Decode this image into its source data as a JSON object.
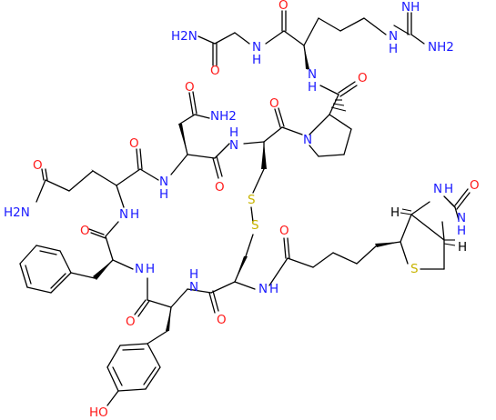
{
  "colors": {
    "N": "#1a1aff",
    "O": "#ff1a1a",
    "S": "#c8b400",
    "H": "#000000"
  },
  "atoms": {
    "nh_imine": "NH",
    "nh2_guan": "NH2",
    "nh_guan": "N",
    "h_guan": "H",
    "nh_gly": "N",
    "h_gly": "H",
    "o_gly": "O",
    "o_arg": "O",
    "nh2_gly": "H2N",
    "nh_arg": "N",
    "h_arg": "H",
    "o_pro": "O",
    "n_pro": "N",
    "o_cys1": "O",
    "nh_cys1": "N",
    "h_cys1": "H",
    "o_asn_side": "O",
    "nh2_asn": "NH2",
    "o_asn": "O",
    "nh_asn": "N",
    "h_asn": "H",
    "o_gln": "O",
    "o_gln_side": "O",
    "nh2_gln": "H2N",
    "nh_gln": "N",
    "h_gln": "H",
    "o_phe": "O",
    "nh_phe": "N",
    "h_phe": "H",
    "o_tyr": "O",
    "nh_tyr": "N",
    "h_tyr": "H",
    "o_cys2": "O",
    "nh_cys2": "N",
    "h_cys2": "H",
    "o_biot": "O",
    "s1": "S",
    "s2": "S",
    "s_thio": "S",
    "h_biot1": "H",
    "h_biot2": "H",
    "nh_urea1": "N",
    "h_urea1": "H",
    "nh_urea2": "N",
    "h_urea2": "H",
    "o_urea": "O",
    "oh_tyr": "HO"
  }
}
